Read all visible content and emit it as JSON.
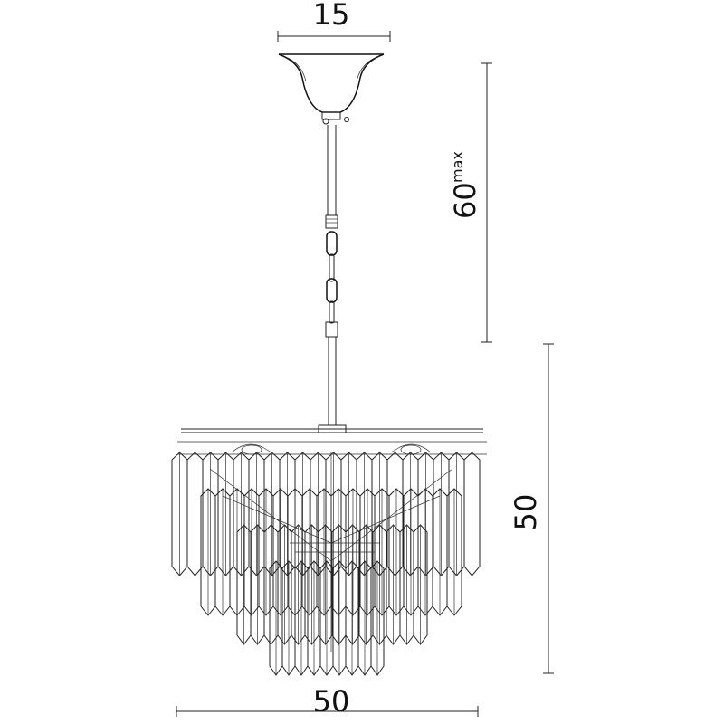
{
  "dimensions": {
    "canopy_width": "15",
    "drop_length": "60",
    "drop_suffix": "max",
    "body_height": "50",
    "body_width": "50"
  }
}
